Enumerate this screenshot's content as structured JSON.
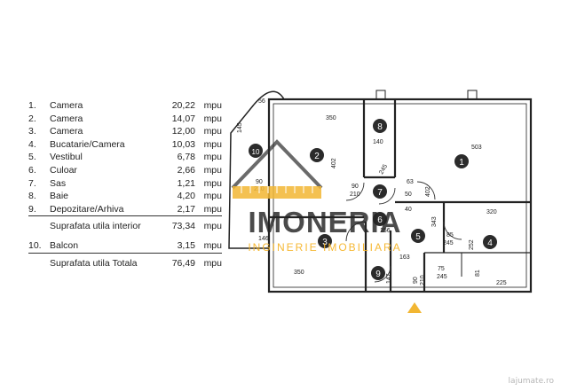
{
  "legend": {
    "rows": [
      {
        "num": "1.",
        "name": "Camera",
        "area": "20,22",
        "unit": "mpu"
      },
      {
        "num": "2.",
        "name": "Camera",
        "area": "14,07",
        "unit": "mpu"
      },
      {
        "num": "3.",
        "name": "Camera",
        "area": "12,00",
        "unit": "mpu"
      },
      {
        "num": "4.",
        "name": "Bucatarie/Camera",
        "area": "10,03",
        "unit": "mpu"
      },
      {
        "num": "5.",
        "name": "Vestibul",
        "area": "6,78",
        "unit": "mpu"
      },
      {
        "num": "6.",
        "name": "Culoar",
        "area": "2,66",
        "unit": "mpu"
      },
      {
        "num": "7.",
        "name": "Sas",
        "area": "1,21",
        "unit": "mpu"
      },
      {
        "num": "8.",
        "name": "Baie",
        "area": "4,20",
        "unit": "mpu"
      },
      {
        "num": "9.",
        "name": "Depozitare/Arhiva",
        "area": "2,17",
        "unit": "mpu"
      }
    ],
    "interior_total": {
      "name": "Suprafata utila interior",
      "area": "73,34",
      "unit": "mpu"
    },
    "balcony": {
      "num": "10.",
      "name": "Balcon",
      "area": "3,15",
      "unit": "mpu"
    },
    "grand_total": {
      "name": "Suprafata utila Totala",
      "area": "76,49",
      "unit": "mpu"
    }
  },
  "plan": {
    "room_markers": [
      "1",
      "2",
      "3",
      "4",
      "5",
      "6",
      "7",
      "8",
      "9",
      "10"
    ],
    "dimensions": [
      "56",
      "145",
      "350",
      "402",
      "140",
      "245",
      "503",
      "63",
      "50",
      "40",
      "402",
      "90",
      "210",
      "156",
      "343",
      "320",
      "85",
      "245",
      "252",
      "146",
      "350",
      "147",
      "163",
      "75",
      "245",
      "81",
      "225",
      "90",
      "210",
      "90",
      "210"
    ]
  },
  "logo": {
    "main": "IMONERIA",
    "sub": "INGINERIE IMOBILIARA"
  },
  "watermark": "lajumate.ro",
  "colors": {
    "marker": "#2b2b2b",
    "entrance": "#f2b632",
    "logo_sub": "#f5b428"
  }
}
